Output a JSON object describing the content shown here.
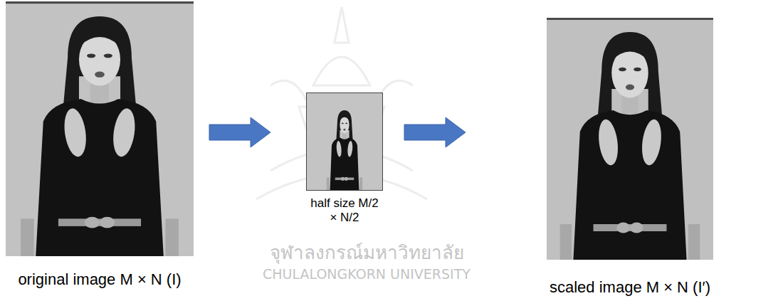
{
  "diagram": {
    "nodes": [
      {
        "text": [
          "original image M × N (I)"
        ]
      },
      {
        "text": [
          "half size M/2 × N/2"
        ]
      },
      {
        "text": [
          "scaled image M × N (I′)"
        ]
      }
    ],
    "edges": [
      {
        "from": 0,
        "to": 1,
        "arrow": "to"
      },
      {
        "from": 1,
        "to": 2,
        "arrow": "to"
      }
    ],
    "labels": [
      "จุฬาลงกรณ์มหาวิทยาลัย",
      "CHULALONGKORN UNIVERSITY"
    ]
  }
}
